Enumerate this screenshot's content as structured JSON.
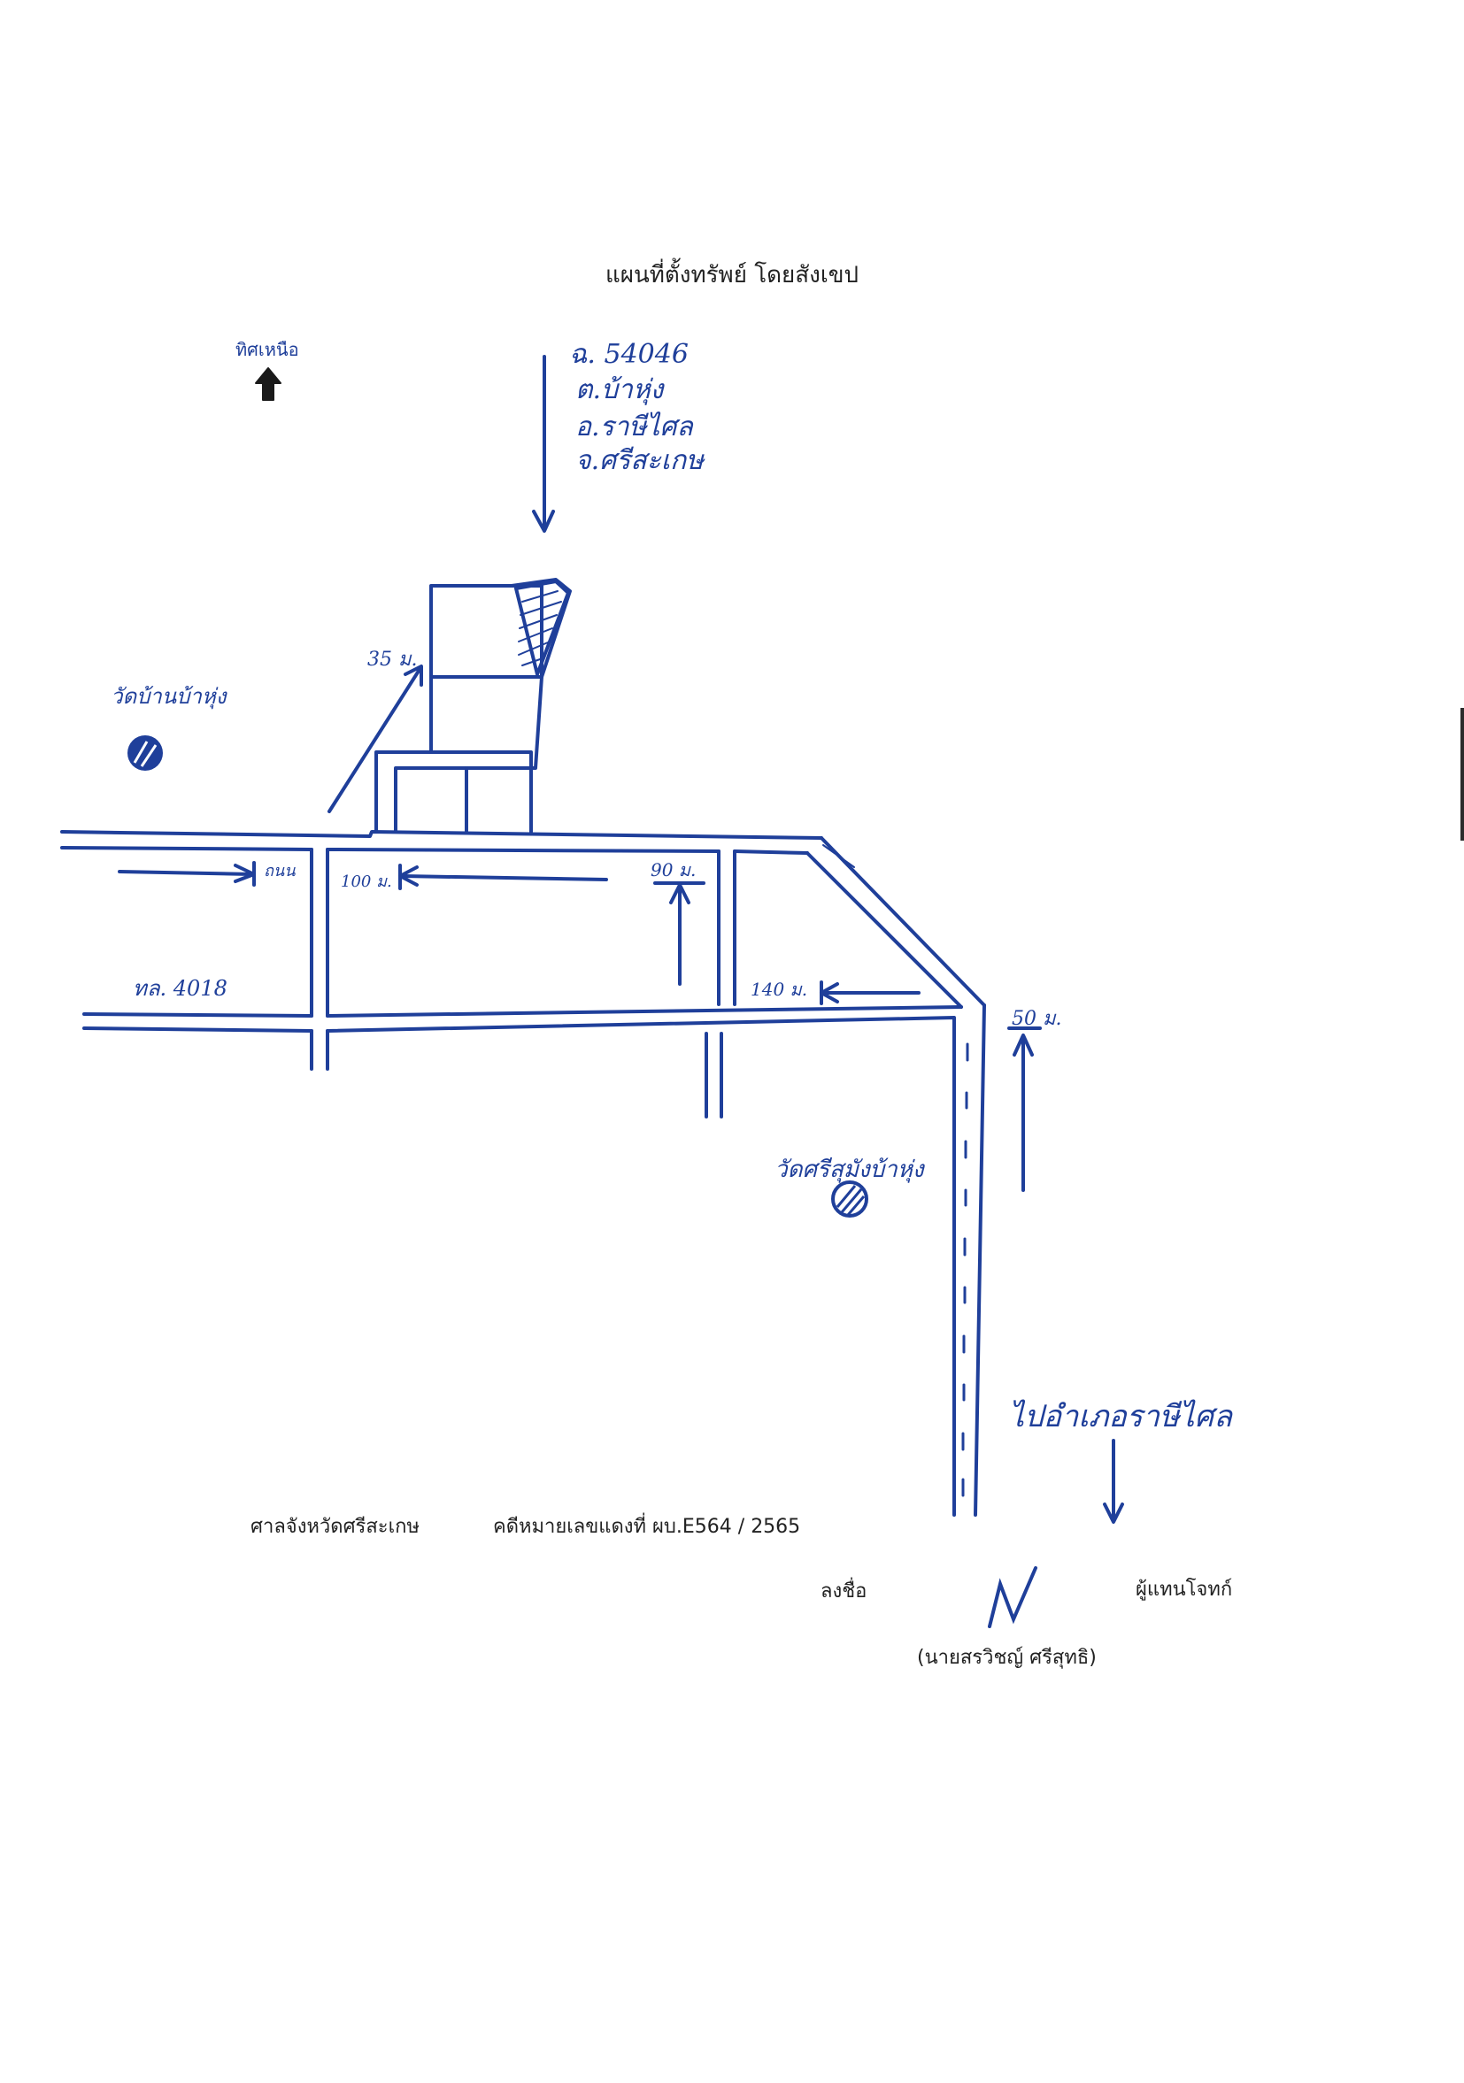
{
  "title": "แผนที่ตั้งทรัพย์ โดยสังเขป",
  "north_label": "ทิศเหนือ",
  "parcel": {
    "deed": "ฉ. 54046",
    "subdistrict": "ต.บ้าหุ่ง",
    "district": "อ.ราษีไศล",
    "province": "จ.ศรีสะเกษ"
  },
  "landmarks": {
    "temple_north": "วัดบ้านบ้าหุ่ง",
    "temple_south": "วัดศรีสุมังบ้าหุ่ง"
  },
  "roads": {
    "highway": "ทล. 4018",
    "to_town": "ไปอำเภอราษีไศล"
  },
  "distances": {
    "d35": "35 ม.",
    "d100": "100 ม.",
    "d90": "90 ม.",
    "d140": "140 ม.",
    "d50": "50 ม.",
    "d_left": "ถนน"
  },
  "footer": {
    "court": "ศาลจังหวัดศรีสะเกษ",
    "case_label": "คดีหมายเลขแดงที่ ผบ.",
    "case_no": "E564",
    "case_sep": "/",
    "case_year": "2565",
    "sign_label": "ลงชื่อ",
    "role": "ผู้แทนโจทก์",
    "name": "(นายสรวิชญ์ ศรีสุทธิ)"
  },
  "colors": {
    "ink": "#1f3f9a",
    "print": "#222222"
  }
}
